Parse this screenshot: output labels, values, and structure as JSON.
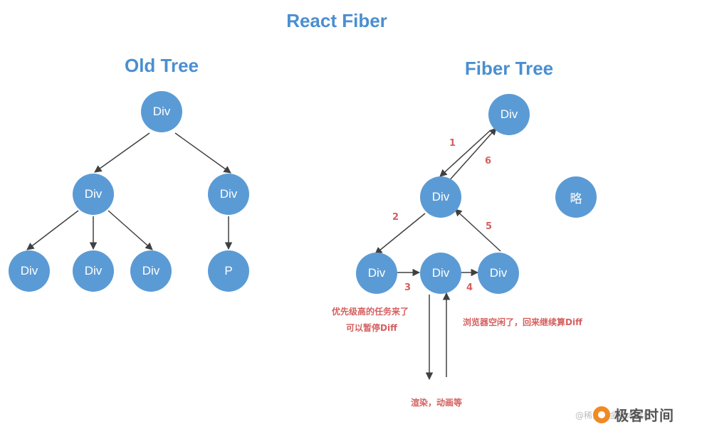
{
  "title": "React Fiber",
  "old_tree": {
    "title": "Old Tree",
    "root": "Div",
    "left": "Div",
    "right": "Div",
    "leaf1": "Div",
    "leaf2": "Div",
    "leaf3": "Div",
    "leaf_p": "P"
  },
  "fiber_tree": {
    "title": "Fiber Tree",
    "root": "Div",
    "mid": "Div",
    "omitted": "略",
    "child1": "Div",
    "child2": "Div",
    "child3": "Div",
    "step_labels": [
      "1",
      "2",
      "3",
      "4",
      "5",
      "6"
    ],
    "note_interrupt_line1": "优先级高的任务来了",
    "note_interrupt_line2": "可以暂停Diff",
    "note_resume": "浏览器空闲了，回来继续算Diff",
    "note_render": "渲染，动画等"
  },
  "watermark": {
    "handle": "@稀土掘金技术社区",
    "brand": "极客时间"
  },
  "colors": {
    "node_fill": "#5b9bd5",
    "title": "#4a8fd0",
    "annotation": "#d4605f",
    "edge": "#404040"
  }
}
